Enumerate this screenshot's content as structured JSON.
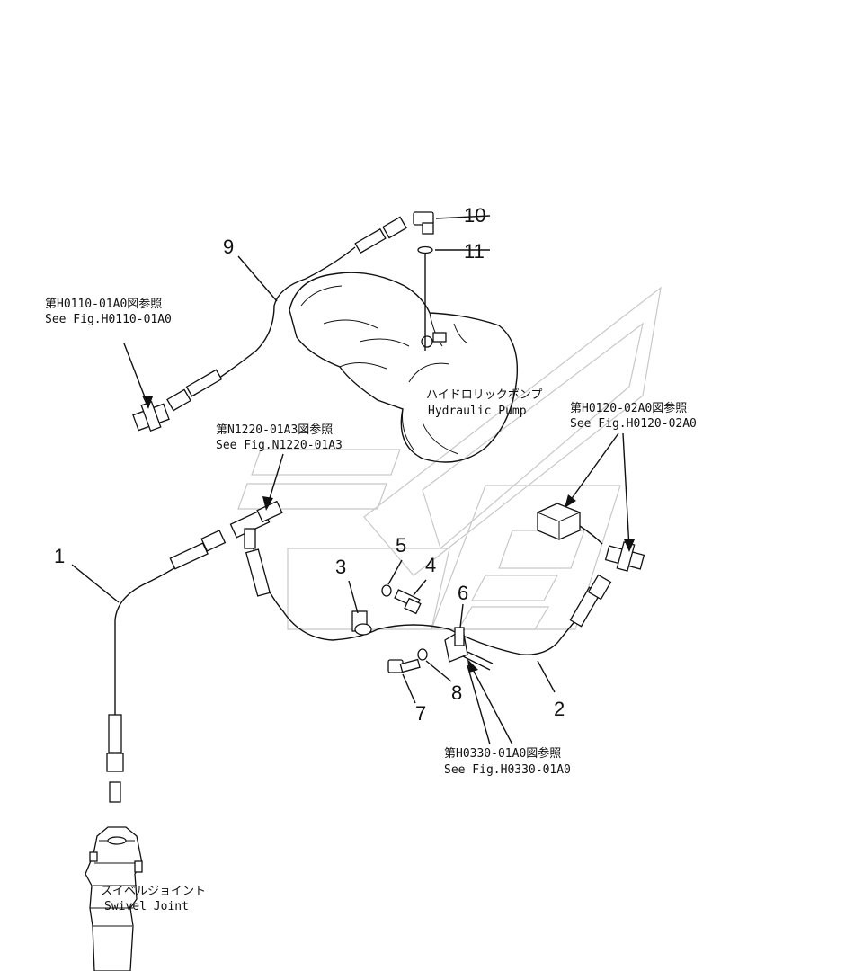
{
  "callouts": {
    "c1": "1",
    "c2": "2",
    "c3": "3",
    "c4": "4",
    "c5": "5",
    "c6": "6",
    "c7": "7",
    "c8": "8",
    "c9": "9",
    "c10": "10",
    "c11": "11"
  },
  "refs": {
    "h0110_jp": "第H0110-01A0図参照",
    "h0110_en": "See Fig.H0110-01A0",
    "n1220_jp": "第N1220-01A3図参照",
    "n1220_en": "See Fig.N1220-01A3",
    "h0120_jp": "第H0120-02A0図参照",
    "h0120_en": "See Fig.H0120-02A0",
    "h0330_jp": "第H0330-01A0図参照",
    "h0330_en": "See Fig.H0330-01A0"
  },
  "components": {
    "pump_jp": "ハイドロリックポンプ",
    "pump_en": "Hydraulic Pump",
    "swivel_jp": "スイベルジョイント",
    "swivel_en": "Swivel Joint"
  },
  "colors": {
    "line": "#111111",
    "watermark": "#c8c8c8"
  }
}
